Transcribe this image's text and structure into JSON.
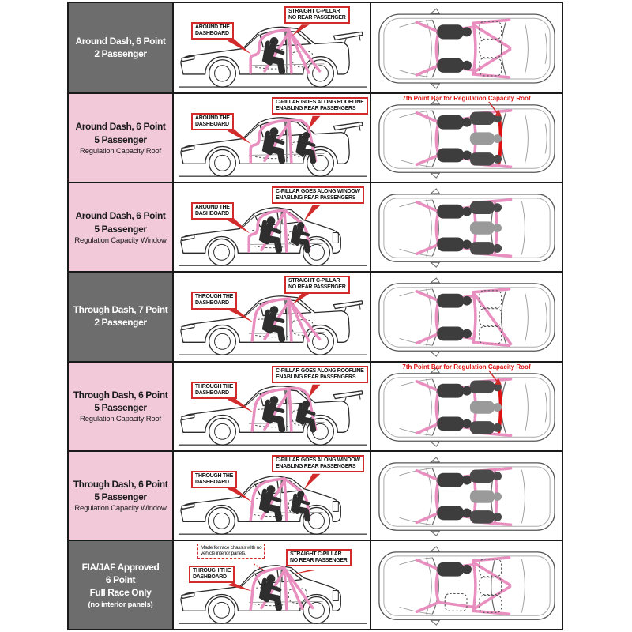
{
  "colors": {
    "row_dark": "#6d6d6d",
    "row_pink": "#f2c9d9",
    "cage_pink": "#e98fc0",
    "callout_red": "#d22b2b",
    "accent_red": "#dd1111"
  },
  "rows": [
    {
      "tone": "dark",
      "title": "Around Dash, 6 Point\n2 Passenger",
      "subtitle": "",
      "callout_front": "AROUND THE\nDASHBOARD",
      "callout_rear": "STRAIGHT C-PILLAR\nNO REAR PASSENGER",
      "top_note": "",
      "note": ""
    },
    {
      "tone": "pink",
      "title": "Around Dash, 6 Point\n5 Passenger",
      "subtitle": "Regulation Capacity Roof",
      "callout_front": "AROUND THE\nDASHBOARD",
      "callout_rear": "C-PILLAR GOES ALONG ROOFLINE\nENABLING REAR PASSENGERS",
      "top_note": "7th Point Bar for Regulation Capacity Roof",
      "note": ""
    },
    {
      "tone": "pink",
      "title": "Around Dash, 6 Point\n5 Passenger",
      "subtitle": "Regulation Capacity Window",
      "callout_front": "AROUND THE\nDASHBOARD",
      "callout_rear": "C-PILLAR GOES ALONG WINDOW\nENABLING REAR PASSENGERS",
      "top_note": "",
      "note": ""
    },
    {
      "tone": "dark",
      "title": "Through Dash, 7 Point\n2 Passenger",
      "subtitle": "",
      "callout_front": "THROUGH THE\nDASHBOARD",
      "callout_rear": "STRAIGHT C-PILLAR\nNO REAR PASSENGER",
      "top_note": "",
      "note": ""
    },
    {
      "tone": "pink",
      "title": "Through Dash, 6 Point\n5 Passenger",
      "subtitle": "Regulation Capacity Roof",
      "callout_front": "THROUGH THE\nDASHBOARD",
      "callout_rear": "C-PILLAR GOES ALONG ROOFLINE\nENABLING REAR PASSENGERS",
      "top_note": "7th Point Bar for Regulation Capacity Roof",
      "note": ""
    },
    {
      "tone": "pink",
      "title": "Through Dash, 6 Point\n5 Passenger",
      "subtitle": "Regulation Capacity Window",
      "callout_front": "THROUGH THE\nDASHBOARD",
      "callout_rear": "C-PILLAR GOES ALONG WINDOW\nENABLING REAR PASSENGERS",
      "top_note": "",
      "note": ""
    },
    {
      "tone": "dark",
      "title": "FIA/JAF Approved\n6 Point\nFull Race Only",
      "subtitle": "(no interior panels)",
      "callout_front": "THROUGH THE\nDASHBOARD",
      "callout_rear": "STRAIGHT C-PILLAR\nNO REAR PASSENGER",
      "top_note": "",
      "note": "Made for race chassis with no\nvehicle interior panels."
    }
  ]
}
